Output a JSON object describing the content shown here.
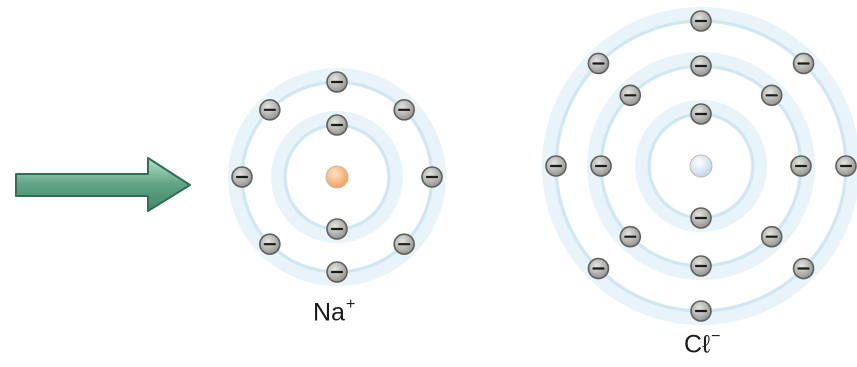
{
  "colors": {
    "background": "#ffffff",
    "arrow_fill": "#5fa383",
    "arrow_edge": "#2f6f52",
    "shell_outer": "#cfe6f3",
    "shell_inner": "#e9f4fa",
    "electron_fill": "#a9aaa6",
    "electron_edge": "#5f605c",
    "na_nucleus": "#f4a86a",
    "cl_nucleus": "#dbe9f8"
  },
  "icons": {
    "arrow": "right-arrow-icon",
    "electron": "minus-sign-icon"
  },
  "labels": {
    "na": {
      "symbol": "Na",
      "charge": "+"
    },
    "cl": {
      "symbol": "Cℓ",
      "charge": "−"
    }
  },
  "atoms": [
    {
      "id": "na",
      "name": "sodium-ion",
      "electrons_per_shell": [
        2,
        8
      ]
    },
    {
      "id": "cl",
      "name": "chloride-ion",
      "electrons_per_shell": [
        2,
        8,
        8
      ]
    }
  ]
}
